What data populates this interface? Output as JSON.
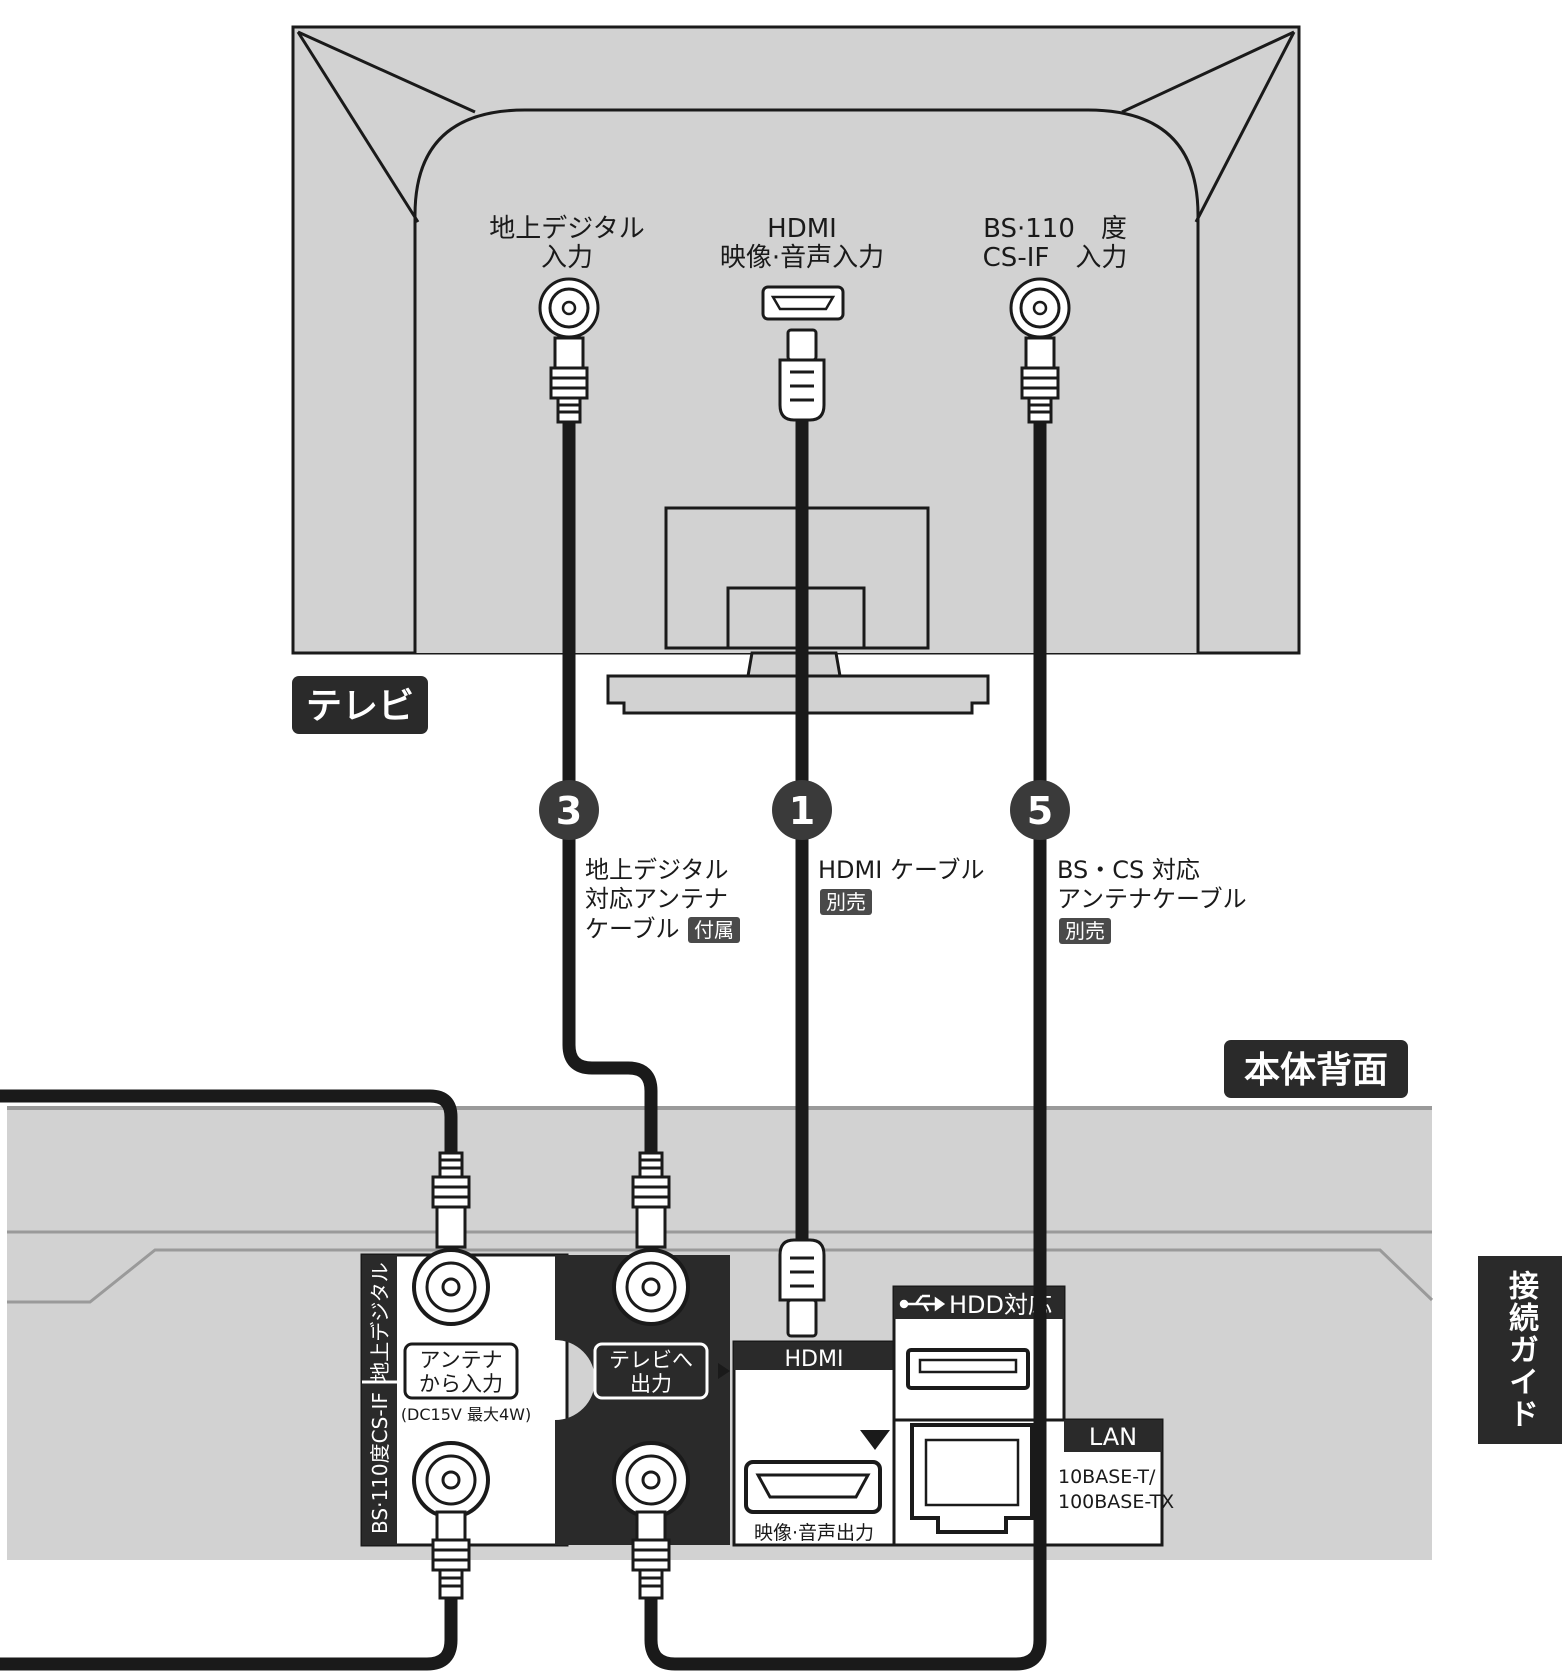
{
  "tv": {
    "name": "テレビ",
    "ports": {
      "terrestrial": [
        "地上デジタル",
        "入力"
      ],
      "hdmi": [
        "HDMI",
        "映像·音声入力"
      ],
      "bs": [
        "BS·110　度",
        "CS-IF　入力"
      ]
    }
  },
  "cables": {
    "terrestrial": {
      "number": "3",
      "lines": [
        "地上デジタル",
        "対応アンテナ",
        "ケーブル"
      ],
      "badge": "付属"
    },
    "hdmi": {
      "number": "1",
      "lines": [
        "HDMI ケーブル"
      ],
      "badge": "別売"
    },
    "bs": {
      "number": "5",
      "lines": [
        "BS・CS 対応",
        "アンテナケーブル"
      ],
      "badge": "別売"
    }
  },
  "recorder": {
    "name": "本体背面",
    "terrestrial_label": "地上デジタル",
    "bs_label": "BS·110度CS-IF",
    "antenna_in": [
      "アンテナ",
      "から入力"
    ],
    "power_note": "(DC15V 最大4W)",
    "tv_out": [
      "テレビへ",
      "出力"
    ],
    "hdmi_label": "HDMI",
    "hdmi_sub": "映像·音声出力",
    "usb_label": "HDD対応",
    "lan_label": "LAN",
    "lan_spec": [
      "10BASE-T/",
      "100BASE-TX"
    ]
  },
  "side_tab": "接続ガイド",
  "colors": {
    "body": "#d2d2d2",
    "dark": "#2a2a2a",
    "line": "#1a1a1a",
    "white": "#ffffff"
  }
}
